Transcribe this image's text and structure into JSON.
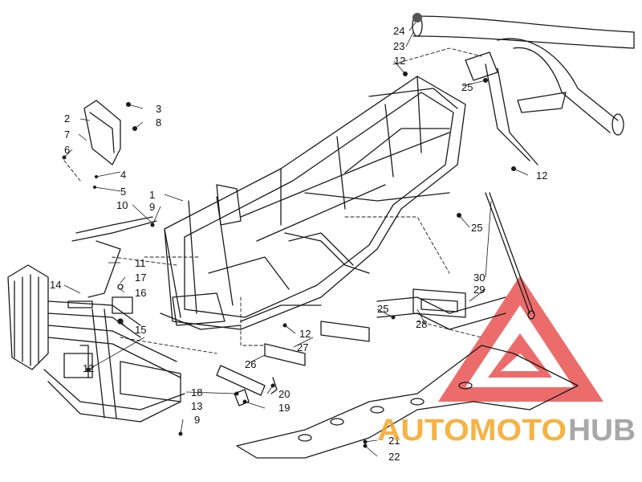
{
  "callouts": [
    {
      "id": "c1",
      "text": "1"
    },
    {
      "id": "c2",
      "text": "2"
    },
    {
      "id": "c3",
      "text": "3"
    },
    {
      "id": "c4",
      "text": "4"
    },
    {
      "id": "c5",
      "text": "5"
    },
    {
      "id": "c6",
      "text": "6"
    },
    {
      "id": "c7",
      "text": "7"
    },
    {
      "id": "c8",
      "text": "8"
    },
    {
      "id": "c9a",
      "text": "9"
    },
    {
      "id": "c9b",
      "text": "9"
    },
    {
      "id": "c10",
      "text": "10"
    },
    {
      "id": "c11",
      "text": "11"
    },
    {
      "id": "c12a",
      "text": "12"
    },
    {
      "id": "c12b",
      "text": "12"
    },
    {
      "id": "c12c",
      "text": "12"
    },
    {
      "id": "c12d",
      "text": "12"
    },
    {
      "id": "c13",
      "text": "13"
    },
    {
      "id": "c14",
      "text": "14"
    },
    {
      "id": "c15",
      "text": "15"
    },
    {
      "id": "c16",
      "text": "16"
    },
    {
      "id": "c17",
      "text": "17"
    },
    {
      "id": "c18",
      "text": "18"
    },
    {
      "id": "c19",
      "text": "19"
    },
    {
      "id": "c20",
      "text": "20"
    },
    {
      "id": "c21",
      "text": "21"
    },
    {
      "id": "c22",
      "text": "22"
    },
    {
      "id": "c23",
      "text": "23"
    },
    {
      "id": "c24",
      "text": "24"
    },
    {
      "id": "c25a",
      "text": "25"
    },
    {
      "id": "c25b",
      "text": "25"
    },
    {
      "id": "c25c",
      "text": "25"
    },
    {
      "id": "c26",
      "text": "26"
    },
    {
      "id": "c27",
      "text": "27"
    },
    {
      "id": "c28",
      "text": "28"
    },
    {
      "id": "c29",
      "text": "29"
    },
    {
      "id": "c30",
      "text": "30"
    }
  ],
  "watermark": {
    "part1": "AUTOMOTO",
    "part2": "HUB",
    "color_red": "#e63c3c",
    "color_orange": "#f5a623",
    "color_gray": "#9a9a9a"
  },
  "colors": {
    "line": "#1a1a1a",
    "background": "#ffffff"
  }
}
